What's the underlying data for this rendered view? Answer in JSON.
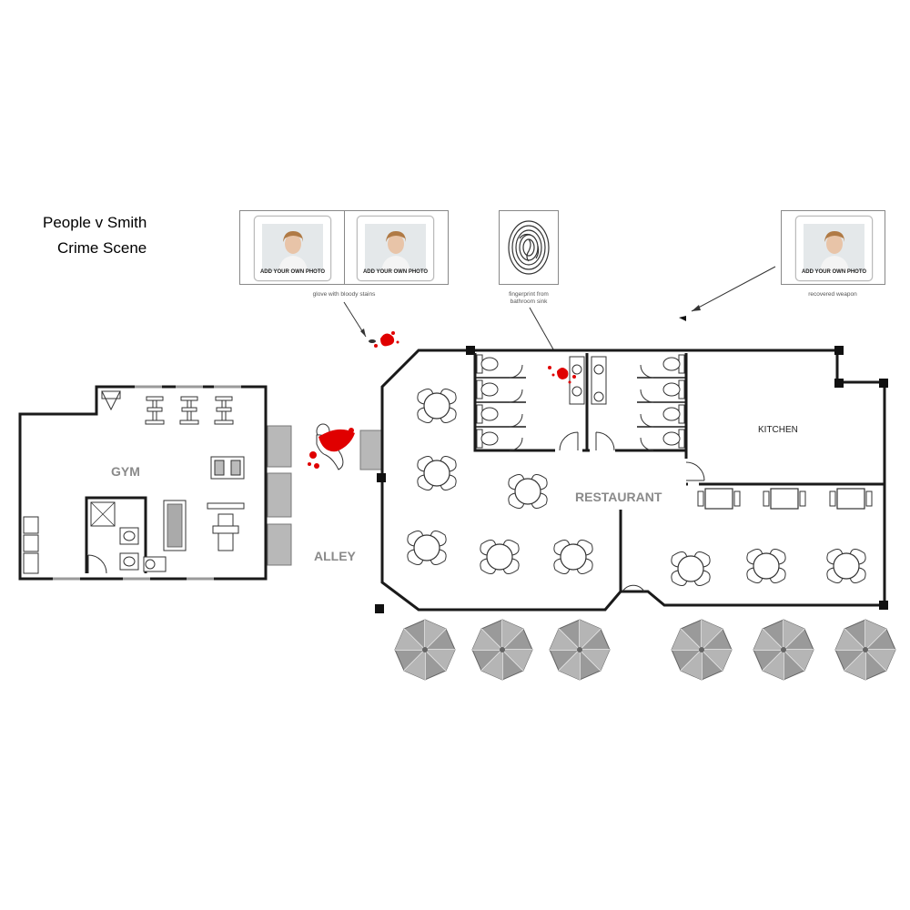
{
  "title_line1": "People v Smith",
  "title_line2": "Crime Scene",
  "photo_caption": "ADD YOUR OWN PHOTO",
  "evidence": {
    "glove": "glove with bloody stains",
    "fingerprint_line1": "fingerprint from",
    "fingerprint_line2": "bathroom sink",
    "weapon": "recovered weapon"
  },
  "rooms": {
    "gym": "GYM",
    "alley": "ALLEY",
    "restaurant": "RESTAURANT",
    "kitchen": "KITCHEN"
  },
  "colors": {
    "wall": "#1a1a1a",
    "label_gray": "#8a8a8a",
    "blood": "#e00000",
    "furniture_fill": "#ffffff",
    "umbrella": "#9a9a9a",
    "bin": "#b8b8b8"
  },
  "icons": [
    "person-photo",
    "fingerprint-icon",
    "blood-splatter",
    "body-outline",
    "umbrella-icon",
    "table-set-icon",
    "exercise-bike-icon",
    "treadmill-icon",
    "toilet-icon",
    "sink-icon"
  ]
}
